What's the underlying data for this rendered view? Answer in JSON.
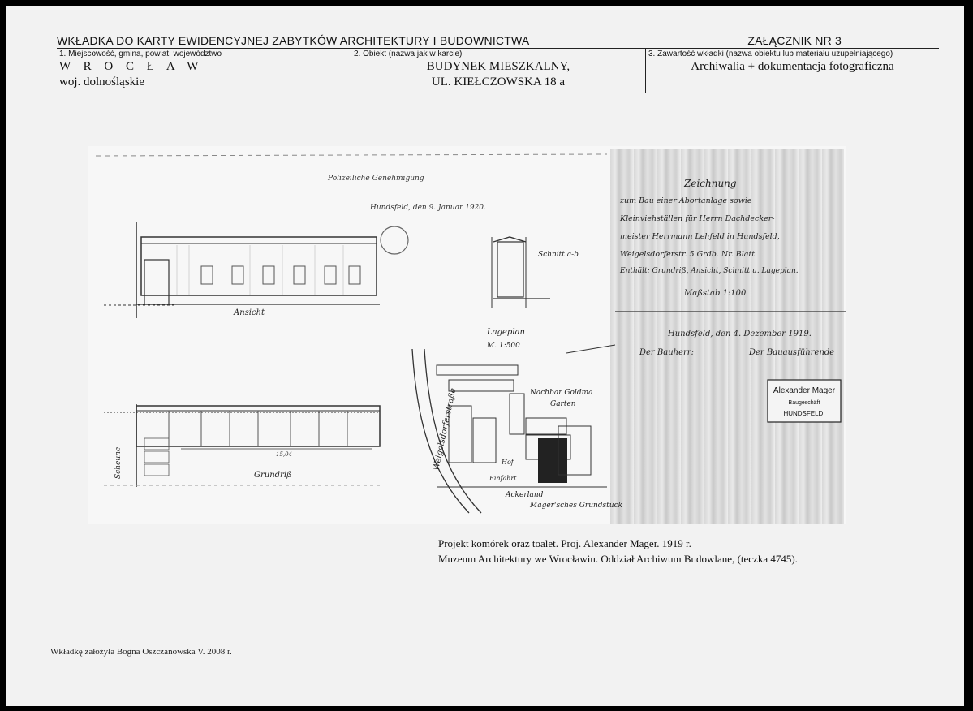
{
  "header": {
    "title_left": "WKŁADKA DO KARTY EWIDENCYJNEJ ZABYTKÓW ARCHITEKTURY I BUDOWNICTWA",
    "title_right": "ZAŁĄCZNIK NR 3",
    "cells": [
      {
        "label": "1. Miejscowość, gmina, powiat, województwo",
        "value_line1": "W R O C Ł A W",
        "value_line2": "woj. dolnośląskie"
      },
      {
        "label": "2. Obiekt (nazwa jak w karcie)",
        "value_line1": "BUDYNEK MIESZKALNY,",
        "value_line2": "UL. KIEŁCZOWSKA 18 a"
      },
      {
        "label": "3. Zawartość wkładki (nazwa obiektu lub materiału uzupełniającego)",
        "value_line1": "Archiwalia + dokumentacja fotograficzna",
        "value_line2": ""
      }
    ]
  },
  "drawing": {
    "ansicht": "Ansicht",
    "schnitt": "Schnitt a-b",
    "lageplan": "Lageplan",
    "lageplan_scale": "M. 1:500",
    "grundriss": "Grundriß",
    "scheune": "Scheune",
    "nachbar": "Nachbar Goldma",
    "garten": "Garten",
    "street": "Weigelsdorferstraße",
    "hof": "Hof",
    "einfahrt": "Einfahrt",
    "ackerland": "Ackerland",
    "grundstuck": "Mager'sches Grundstück",
    "dimension": "15,04",
    "date_top": "Hundsfeld, den 9. Januar 1920.",
    "stamp": {
      "title": "Zeichnung",
      "l1": "zum Bau einer Abortanlage sowie",
      "l2": "Kleinviehställen für Herrn Dachdecker-",
      "l3": "meister Herrmann Lehfeld in Hundsfeld,",
      "l4": "Weigelsdorferstr. 5  Grdb. Nr. Blatt",
      "l5": "Enthält: Grundriß, Ansicht, Schnitt u. Lageplan.",
      "scale": "Maßstab 1:100",
      "date": "Hundsfeld, den 4. Dezember 1919.",
      "bauherr": "Der Bauherr:",
      "bauausf": "Der Bauausführende",
      "company_name": "Alexander Mager",
      "company_sub": "Baugeschäft",
      "company_city": "HUNDSFELD."
    }
  },
  "caption": {
    "line1": "Projekt komórek oraz toalet. Proj. Alexander Mager. 1919 r.",
    "line2": "Muzeum Architektury we Wrocławiu. Oddział Archiwum Budowlane, (teczka 4745)."
  },
  "footer": "Wkładkę założyła Bogna Oszczanowska V. 2008 r."
}
